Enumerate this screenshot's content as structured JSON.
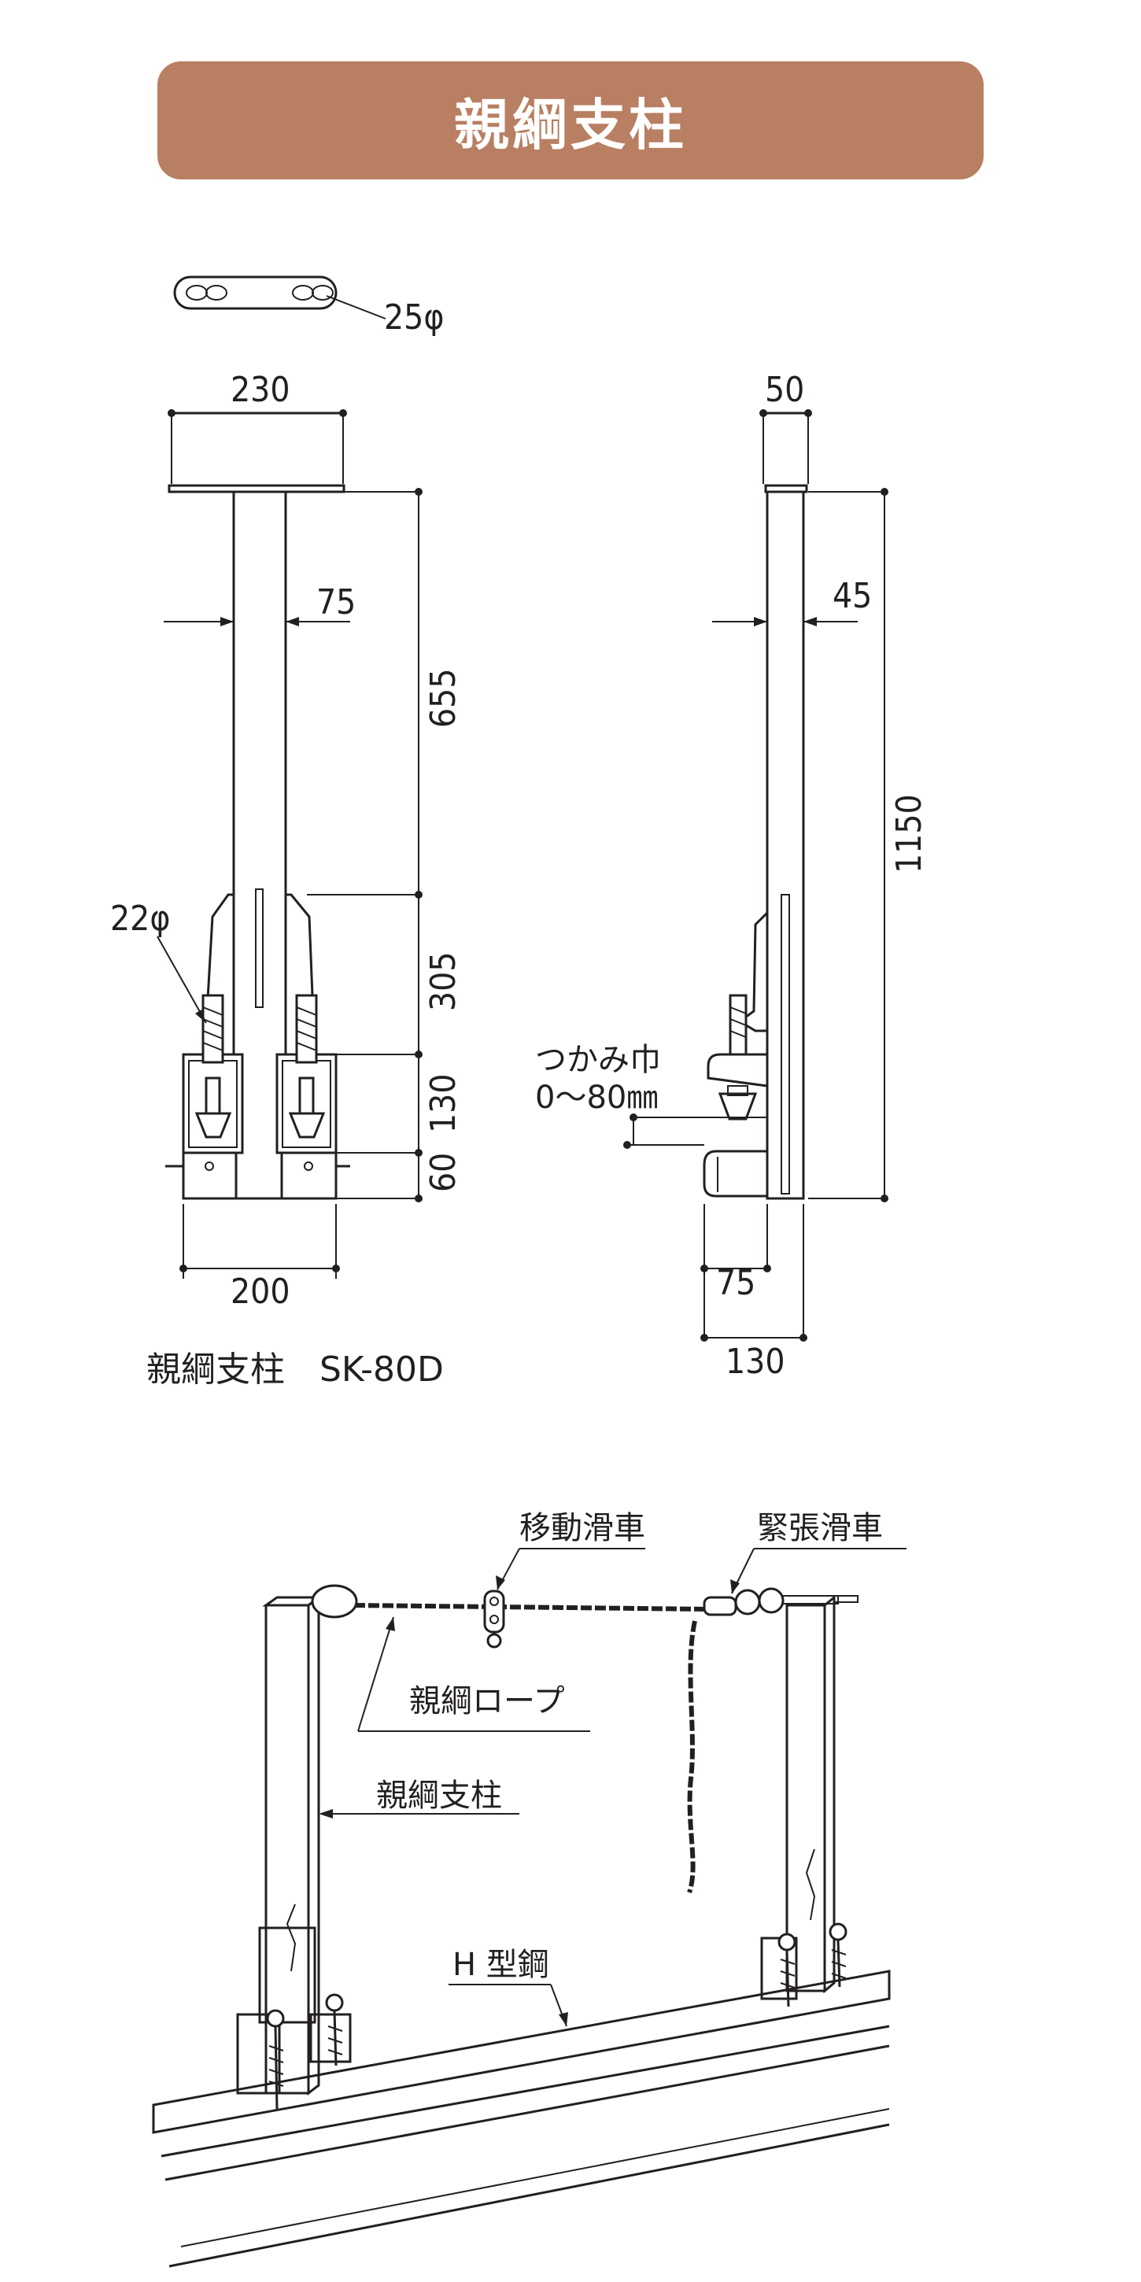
{
  "header": {
    "title": "親綱支柱"
  },
  "front_view": {
    "plate_hole_label": "25φ",
    "top_width": "230",
    "post_width": "75",
    "bolt_label": "22φ",
    "heights": [
      "655",
      "305",
      "130",
      "60"
    ],
    "base_width": "200"
  },
  "side_view": {
    "top_width": "50",
    "post_depth": "45",
    "total_height": "1150",
    "grip_label": "つかみ巾",
    "grip_range": "0〜80㎜",
    "inner_depth": "75",
    "base_depth": "130"
  },
  "caption": "親綱支柱　SK-80D",
  "illustration": {
    "labels": {
      "moving_pulley": "移動滑車",
      "tension_pulley": "緊張滑車",
      "rope": "親綱ロープ",
      "post": "親綱支柱",
      "beam": "H 型鋼"
    },
    "colors": {
      "post_fill": "#e8c9b3"
    }
  },
  "colors": {
    "title_bg": "#b87f62",
    "line": "#231f20"
  }
}
